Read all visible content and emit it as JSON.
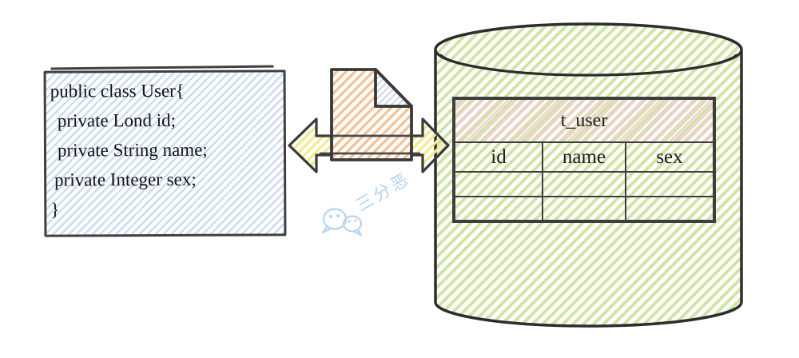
{
  "class_box": {
    "lines": [
      "public class User{",
      "private Lond id;",
      "private String name;",
      "private Integer sex;",
      "}"
    ],
    "hatch_color": "#c6daf1",
    "border_color": "#3d4043"
  },
  "mapping": {
    "document_icon": "document-with-folded-corner",
    "arrow_icon": "double-headed-arrow",
    "document_hatch_color": "#f5c093",
    "arrow_hatch_color": "#f3ea93"
  },
  "database": {
    "cylinder_hatch_color": "#cfe5a6",
    "outline_color": "#2d2d2d",
    "table": {
      "title": "t_user",
      "header_hatch_color": "#f6c9d0",
      "columns": [
        "id",
        "name",
        "sex"
      ],
      "empty_row_count": 2
    }
  },
  "watermark": {
    "icon": "wechat-icon",
    "text": "三分恶",
    "color": "#b5d3f2"
  }
}
